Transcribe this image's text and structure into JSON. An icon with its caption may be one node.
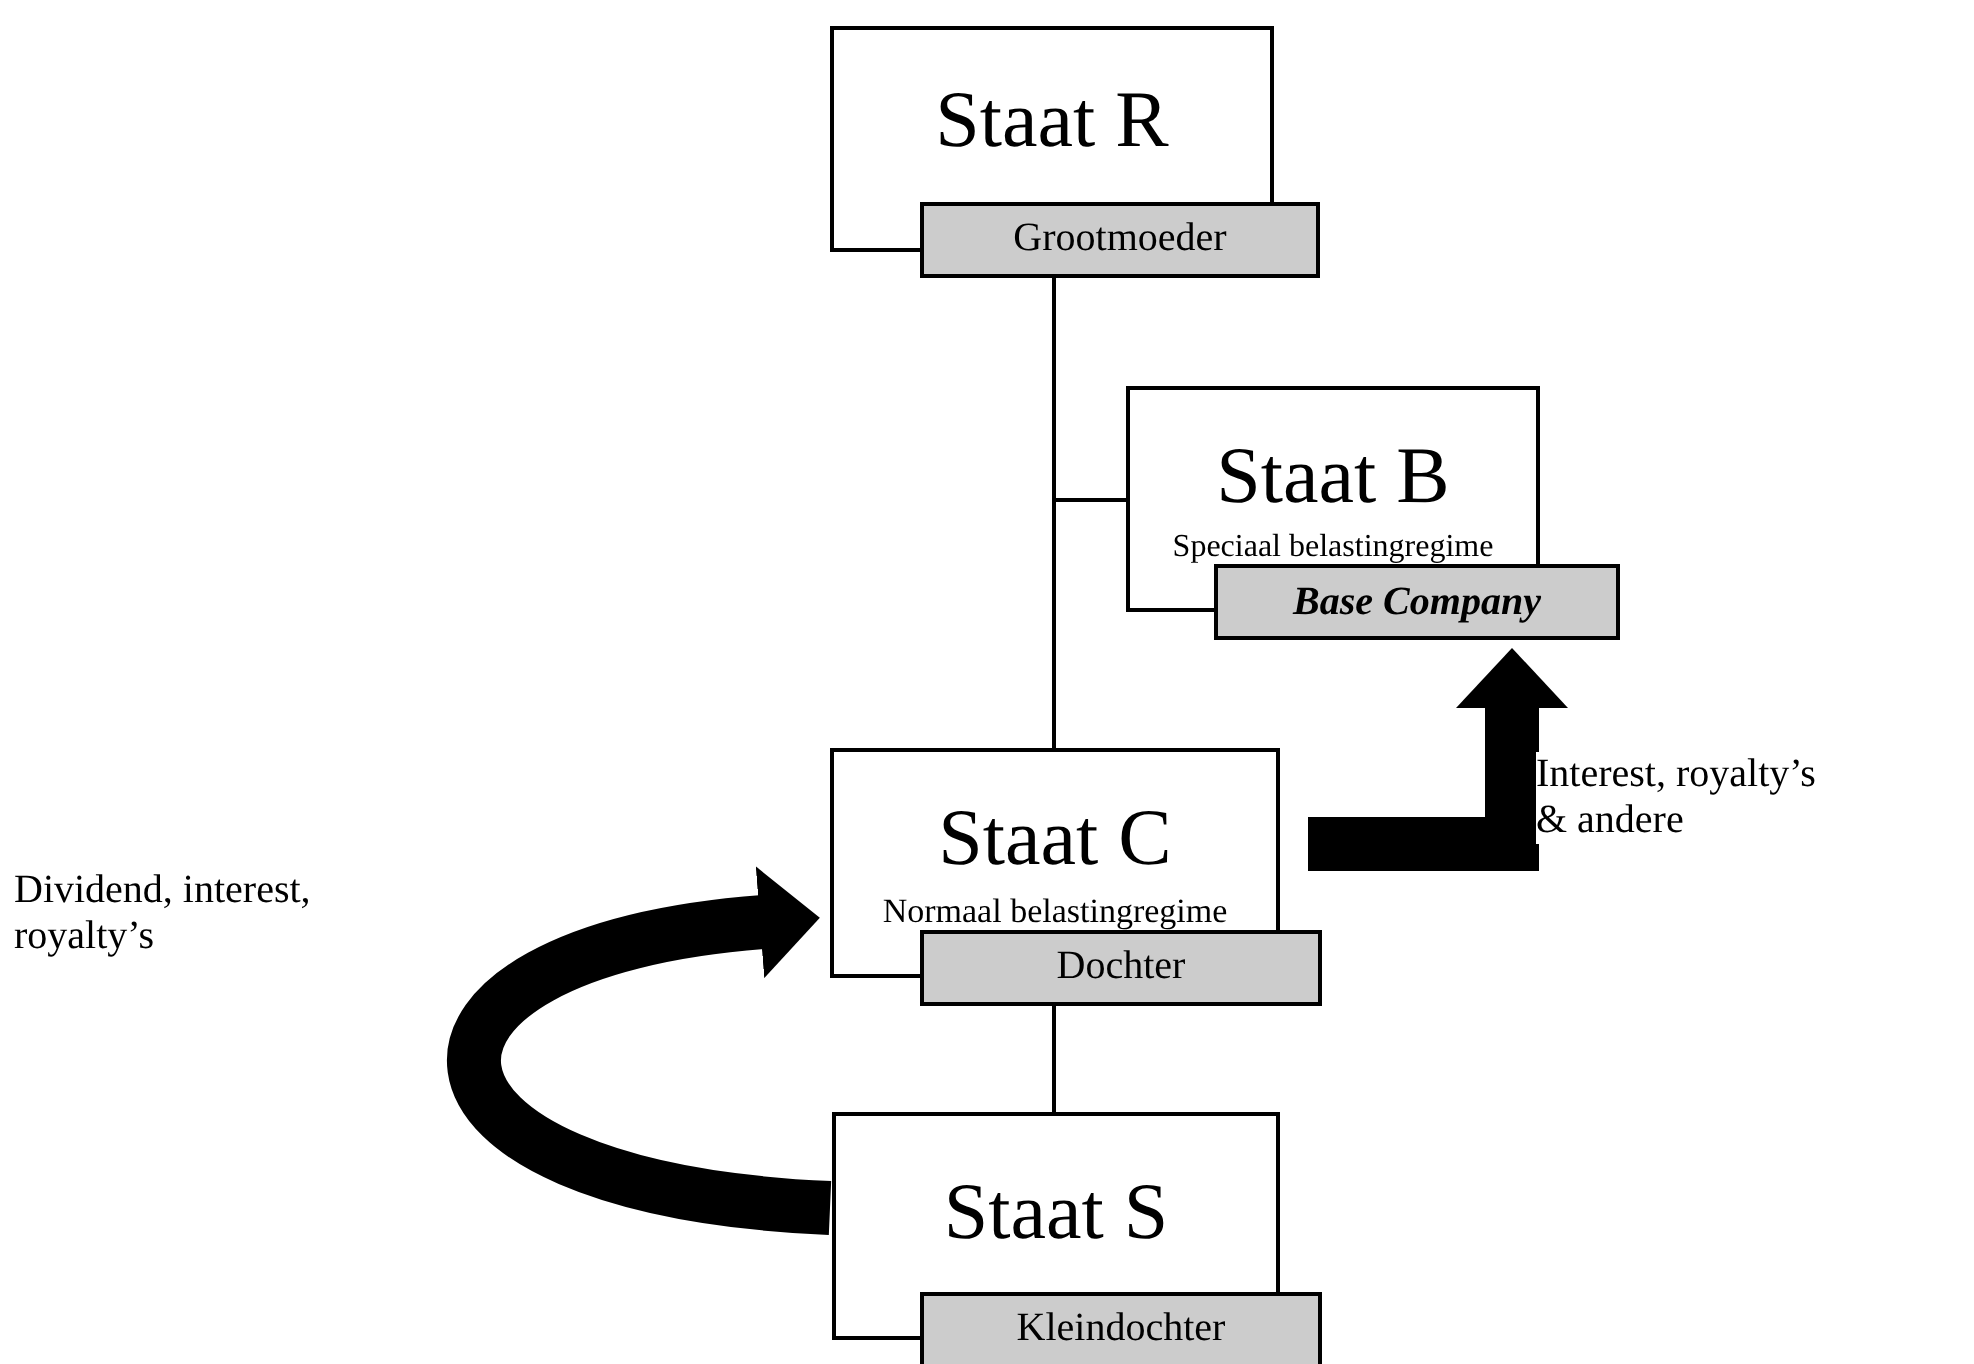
{
  "diagram": {
    "nodes": [
      {
        "text": [
          "Staat R"
        ]
      },
      {
        "text": [
          "Grootmoeder"
        ]
      },
      {
        "text": [
          "Staat B",
          "Speciaal belastingregime"
        ]
      },
      {
        "text": [
          "Base Company"
        ]
      },
      {
        "text": [
          "Staat C",
          "Normaal belastingregime"
        ]
      },
      {
        "text": [
          "Dochter"
        ]
      },
      {
        "text": [
          "Staat S"
        ]
      },
      {
        "text": [
          "Kleindochter"
        ]
      }
    ],
    "edges": [
      {
        "from": 1,
        "to": 4,
        "arrow": "none"
      },
      {
        "from": 1,
        "to": 2,
        "arrow": "none"
      },
      {
        "from": 5,
        "to": 6,
        "arrow": "none"
      },
      {
        "from": 4,
        "to": 3,
        "arrow": "to",
        "style": "thick",
        "label": "Interest, royalty’s & andere"
      },
      {
        "from": 6,
        "to": 4,
        "arrow": "to",
        "style": "thick",
        "label": "Dividend, interest, royalty’s"
      }
    ]
  }
}
